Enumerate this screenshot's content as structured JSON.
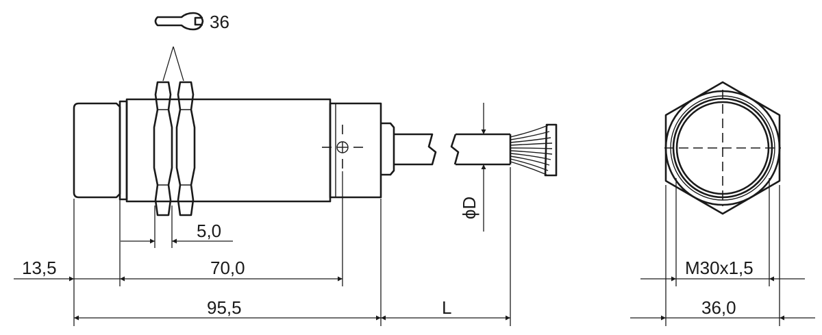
{
  "wrench": {
    "size_label": "36"
  },
  "dimensions": {
    "nut_thickness": "5,0",
    "front_length": "13,5",
    "thread_length": "70,0",
    "total_length": "95,5",
    "cable_length": "L",
    "cable_diameter": "ϕD",
    "thread": "M30x1,5",
    "across_flats": "36,0"
  },
  "colors": {
    "line": "#1a1a1a",
    "background": "#ffffff"
  }
}
